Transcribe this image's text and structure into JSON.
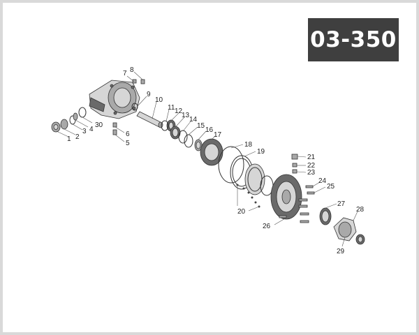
{
  "diagram_code": "03-350",
  "callouts": [
    "1",
    "2",
    "3",
    "4",
    "30",
    "5",
    "6",
    "7",
    "8",
    "9",
    "10",
    "11",
    "12",
    "13",
    "14",
    "15",
    "16",
    "17",
    "18",
    "19",
    "20",
    "21",
    "22",
    "23",
    "24",
    "25",
    "26",
    "27",
    "28",
    "29"
  ]
}
